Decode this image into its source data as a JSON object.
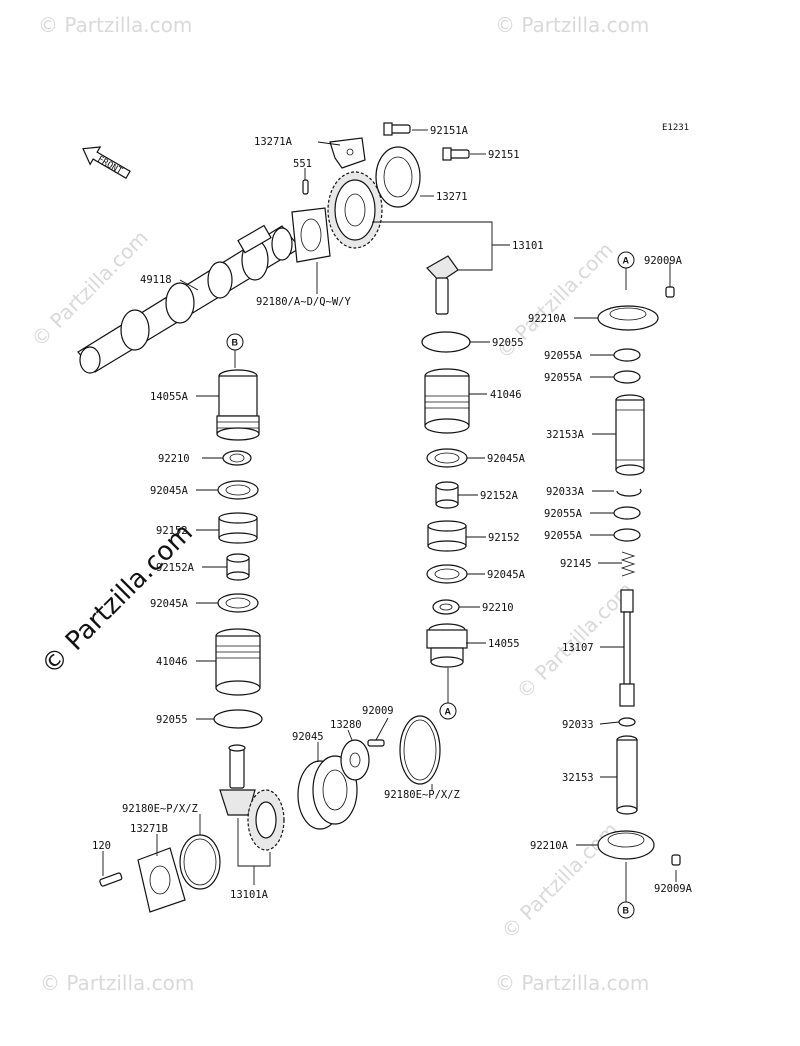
{
  "diagram_code": "E1231",
  "front_label": "FRONT",
  "watermark_text": "© Partzilla.com",
  "watermark_overlay": "© Partzilla.com",
  "ref_markers": {
    "a": "A",
    "b": "B"
  },
  "labels": {
    "p13271A": "13271A",
    "p92151A": "92151A",
    "p92151": "92151",
    "p551": "551",
    "p13271": "13271",
    "p13101": "13101",
    "p49118": "49118",
    "p92180ADQWY": "92180/A~D/Q~W/Y",
    "p92009A_top": "92009A",
    "p92210A_top": "92210A",
    "p92055_mid": "92055",
    "p92055A_1": "92055A",
    "p92055A_2": "92055A",
    "p14055A": "14055A",
    "p41046_right": "41046",
    "p32153A": "32153A",
    "p92210_left": "92210",
    "p92045A_right1": "92045A",
    "p92045A_left1": "92045A",
    "p92152A_right": "92152A",
    "p92033A": "92033A",
    "p92055A_3": "92055A",
    "p92055A_4": "92055A",
    "p92152_left": "92152",
    "p92152_right": "92152",
    "p92152A_left": "92152A",
    "p92145": "92145",
    "p92045A_right2": "92045A",
    "p92045A_left2": "92045A",
    "p92210_right": "92210",
    "p13107": "13107",
    "p14055": "14055",
    "p41046_left": "41046",
    "p92009": "92009",
    "p13280": "13280",
    "p92055_left": "92055",
    "p92045": "92045",
    "p92033": "92033",
    "p92180EPXZ_right": "92180E~P/X/Z",
    "p32153": "32153",
    "p92180EPXZ_left": "92180E~P/X/Z",
    "p13271B": "13271B",
    "p120": "120",
    "p92210A_bottom": "92210A",
    "p92009A_bottom": "92009A",
    "p13101A": "13101A"
  }
}
